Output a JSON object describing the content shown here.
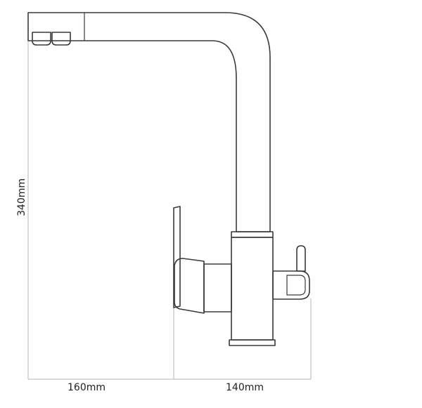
{
  "drawing": {
    "subject": "kitchen faucet side view technical drawing",
    "line_color": "#3a3a3a",
    "dimension_line_color": "#b5b5b5",
    "background": "#ffffff"
  },
  "dimensions": {
    "height": "340mm",
    "base_left_width": "160mm",
    "base_right_width": "140mm"
  }
}
